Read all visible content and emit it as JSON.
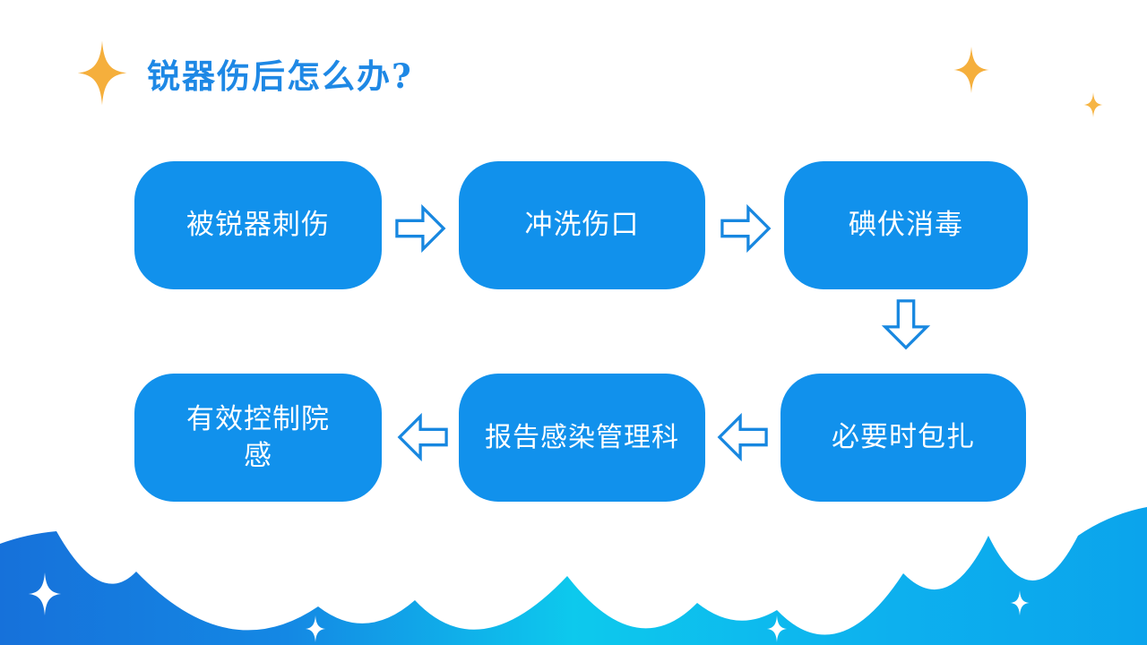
{
  "slide": {
    "title": "锐器伤后怎么办?",
    "colors": {
      "title_text": "#1E88E5",
      "box_fill": "#1191EC",
      "box_text": "#FFFFFF",
      "arrow_stroke": "#1787E0",
      "arrow_fill": "#FFFFFF",
      "star_gold": "#F5AF3C",
      "wave_gradient_left": "#1671DA",
      "wave_gradient_mid": "#0DC9ED",
      "wave_gradient_right": "#0BA4EC",
      "wave_sparkle": "#FFFFFF"
    }
  },
  "flow": {
    "boxes": [
      {
        "id": "step-1",
        "label": "被锐器刺伤"
      },
      {
        "id": "step-2",
        "label": "冲洗伤口"
      },
      {
        "id": "step-3",
        "label": "碘伏消毒"
      },
      {
        "id": "step-4",
        "label": "必要时包扎"
      },
      {
        "id": "step-5",
        "label": "报告感染管理科"
      },
      {
        "id": "step-6",
        "label": "有效控制院感"
      }
    ],
    "arrows": [
      {
        "from": "step-1",
        "to": "step-2",
        "direction": "right"
      },
      {
        "from": "step-2",
        "to": "step-3",
        "direction": "right"
      },
      {
        "from": "step-3",
        "to": "step-4",
        "direction": "down"
      },
      {
        "from": "step-4",
        "to": "step-5",
        "direction": "left"
      },
      {
        "from": "step-5",
        "to": "step-6",
        "direction": "left"
      }
    ]
  },
  "decor": {
    "gold_sparkles": [
      "title-star",
      "top-right-large",
      "top-right-small"
    ],
    "wave_sparkles": 4
  }
}
